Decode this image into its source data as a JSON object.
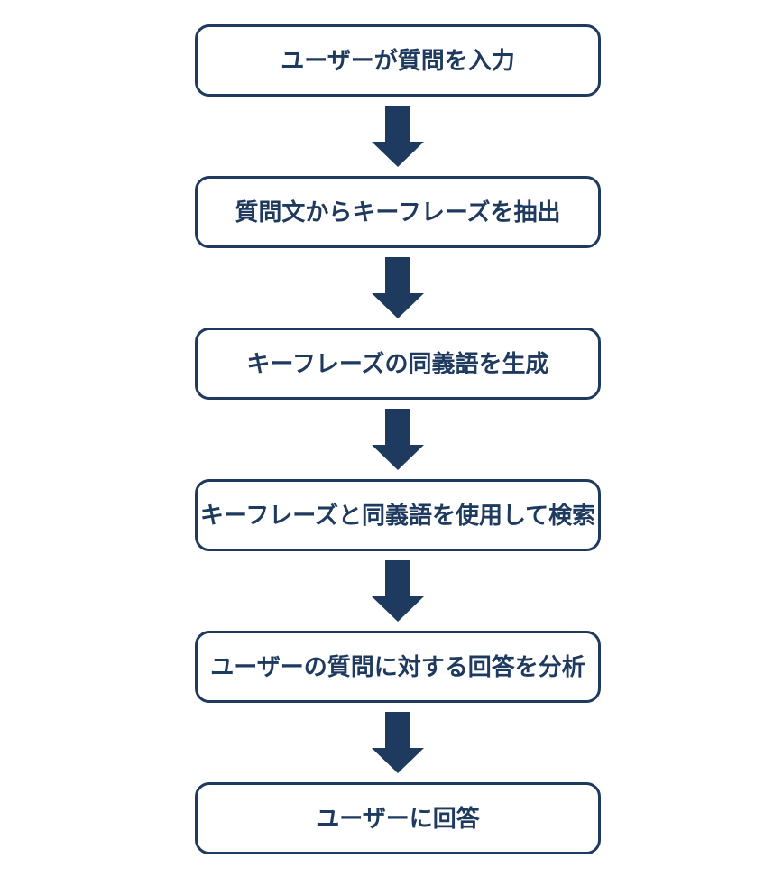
{
  "diagram": {
    "type": "flowchart",
    "direction": "top-down",
    "steps": [
      "ユーザーが質問を入力",
      "質問文からキーフレーズを抽出",
      "キーフレーズの同義語を生成",
      "キーフレーズと同義語を使用して検索",
      "ユーザーの質問に対する回答を分析",
      "ユーザーに回答"
    ],
    "connector": "down-block-arrow",
    "colors": {
      "accent": "#1f3a5f",
      "node_fill": "#ffffff",
      "background": "#ffffff"
    }
  }
}
